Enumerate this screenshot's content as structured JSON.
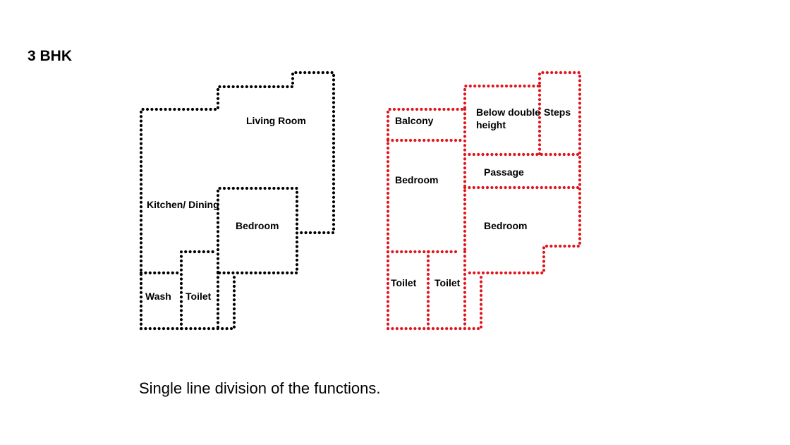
{
  "title": "3 BHK",
  "caption": "Single line division of the functions.",
  "colors": {
    "left_plan": "#000000",
    "right_plan": "#e0151b"
  },
  "left_plan": {
    "living_room": "Living Room",
    "kitchen_dining": "Kitchen/ Dining",
    "bedroom": "Bedroom",
    "wash": "Wash",
    "toilet": "Toilet"
  },
  "right_plan": {
    "balcony": "Balcony",
    "below_double_height_1": "Below double",
    "below_double_height_2": "height",
    "steps": "Steps",
    "passage": "Passage",
    "bedroom_left": "Bedroom",
    "bedroom_right": "Bedroom",
    "toilet_1": "Toilet",
    "toilet_2": "Toilet"
  }
}
